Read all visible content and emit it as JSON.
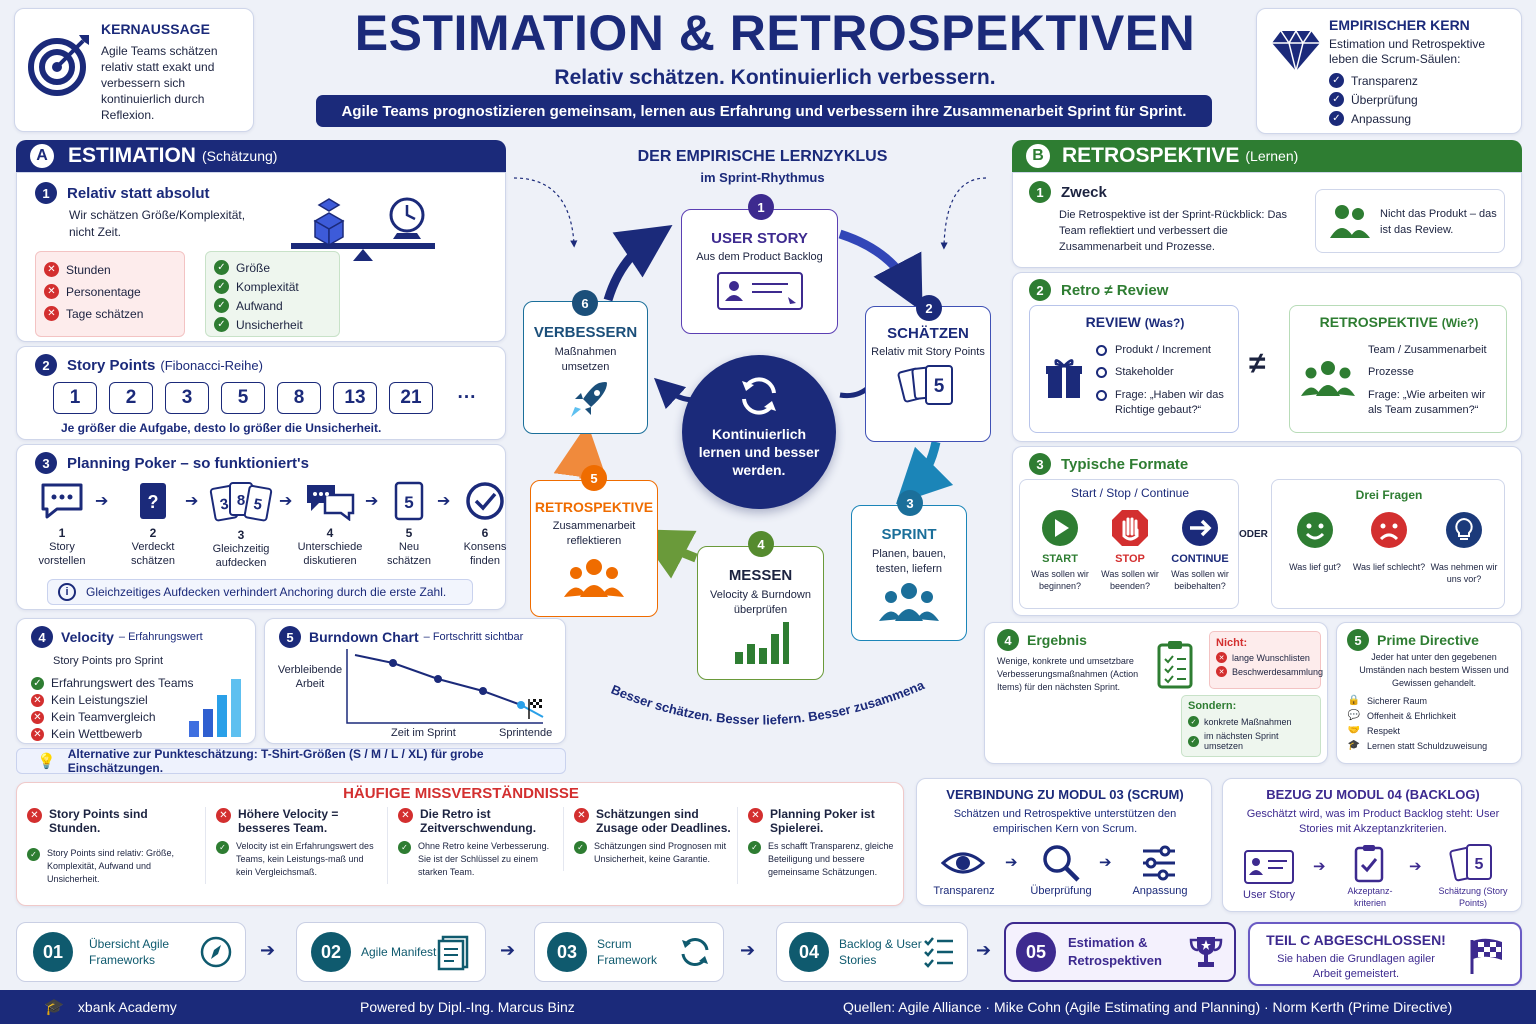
{
  "header": {
    "title": "ESTIMATION & RETROSPEKTIVEN",
    "subtitle": "Relativ schätzen. Kontinuierlich verbessern.",
    "banner": "Agile Teams prognostizieren gemeinsam, lernen aus Erfahrung und verbessern ihre Zusammenarbeit Sprint für Sprint."
  },
  "kern": {
    "title": "KERNAUSSAGE",
    "text": "Agile Teams schätzen relativ statt exakt und verbessern sich kontinuierlich durch Reflexion."
  },
  "empir": {
    "title": "EMPIRISCHER KERN",
    "text": "Estimation und Retrospektive leben die Scrum-Säulen:",
    "items": [
      "Transparenz",
      "Überprüfung",
      "Anpassung"
    ]
  },
  "estimation": {
    "letter": "A",
    "title": "ESTIMATION",
    "title_sub": "(Schätzung)",
    "s1": {
      "n": "1",
      "title": "Relativ statt absolut",
      "text": "Wir schätzen Größe/Komplexität, nicht Zeit.",
      "bad": [
        "Stunden",
        "Personentage",
        "Tage schätzen"
      ],
      "good": [
        "Größe",
        "Komplexität",
        "Aufwand",
        "Unsicherheit"
      ]
    },
    "s2": {
      "n": "2",
      "title": "Story Points",
      "title_sub": "(Fibonacci-Reihe)",
      "points": [
        "1",
        "2",
        "3",
        "5",
        "8",
        "13",
        "21",
        "···"
      ],
      "note": "Je größer die Aufgabe, desto lo größer die Unsicherheit."
    },
    "s3": {
      "n": "3",
      "title": "Planning Poker – so funktioniert's",
      "steps": [
        {
          "n": "1",
          "label": "Story vorstellen"
        },
        {
          "n": "2",
          "label": "Verdeckt schätzen"
        },
        {
          "n": "3",
          "label": "Gleichzeitig aufdecken"
        },
        {
          "n": "4",
          "label": "Unterschiede diskutieren"
        },
        {
          "n": "5",
          "label": "Neu schätzen"
        },
        {
          "n": "6",
          "label": "Konsens finden"
        }
      ],
      "card_values": [
        "3",
        "8",
        "5"
      ],
      "hidden_card": "?",
      "new_card": "5",
      "note": "Gleichzeitiges Aufdecken verhindert Anchoring durch die erste Zahl."
    },
    "s4": {
      "n": "4",
      "title": "Velocity",
      "title_sub": "– Erfahrungswert",
      "text": "Story Points pro Sprint",
      "good": "Erfahrungswert des Teams",
      "bad": [
        "Kein Leistungsziel",
        "Kein Teamvergleich",
        "Kein Wettbewerb"
      ]
    },
    "s5": {
      "n": "5",
      "title": "Burndown Chart",
      "title_sub": "– Fortschritt sichtbar",
      "ylabel": "Verbleibende Arbeit",
      "xlabel": "Zeit im Sprint",
      "end": "Sprintende"
    },
    "alt": "Alternative zur Punkteschätzung: T-Shirt-Größen (S / M / L / XL) für grobe Einschätzungen."
  },
  "cycle": {
    "title": "DER EMPIRISCHE LERNZYKLUS",
    "sub": "im Sprint-Rhythmus",
    "center": "Kontinuierlich lernen und besser werden.",
    "steps": [
      {
        "n": "1",
        "title": "USER STORY",
        "text": "Aus dem Product Backlog"
      },
      {
        "n": "2",
        "title": "SCHÄTZEN",
        "text": "Relativ mit Story Points",
        "card": "5"
      },
      {
        "n": "3",
        "title": "SPRINT",
        "text": "Planen, bauen, testen, liefern"
      },
      {
        "n": "4",
        "title": "MESSEN",
        "text": "Velocity & Burndown überprüfen"
      },
      {
        "n": "5",
        "title": "RETROSPEKTIVE",
        "text": "Zusammenarbeit reflektieren"
      },
      {
        "n": "6",
        "title": "VERBESSERN",
        "text": "Maßnahmen umsetzen"
      }
    ],
    "slogan": "Besser schätzen. Besser liefern. Besser zusammenarbeiten."
  },
  "retro": {
    "letter": "B",
    "title": "RETROSPEKTIVE",
    "title_sub": "(Lernen)",
    "s1": {
      "n": "1",
      "title": "Zweck",
      "text": "Die Retrospektive ist der Sprint-Rückblick: Das Team reflektiert und verbessert die Zusammenarbeit und Prozesse.",
      "side": "Nicht das Produkt – das ist das Review."
    },
    "s2": {
      "n": "2",
      "title": "Retro ≠ Review",
      "review": {
        "title": "REVIEW",
        "sub": "(Was?)",
        "items": [
          "Produkt / Increment",
          "Stakeholder",
          "Frage: „Haben wir das Richtige gebaut?“"
        ]
      },
      "neq": "≠",
      "retro": {
        "title": "RETROSPEKTIVE",
        "sub": "(Wie?)",
        "items": [
          "Team / Zusammenarbeit",
          "Prozesse",
          "Frage: „Wie arbeiten wir als Team zusammen?“"
        ]
      }
    },
    "s3": {
      "n": "3",
      "title": "Typische Formate",
      "ssc": "Start / Stop / Continue",
      "or": "ODER",
      "drei": "Drei Fragen",
      "ssc_items": [
        {
          "label": "START",
          "q": "Was sollen wir beginnen?"
        },
        {
          "label": "STOP",
          "q": "Was sollen wir beenden?"
        },
        {
          "label": "CONTINUE",
          "q": "Was sollen wir beibehalten?"
        }
      ],
      "q_items": [
        "Was lief gut?",
        "Was lief schlecht?",
        "Was nehmen wir uns vor?"
      ]
    },
    "s4": {
      "n": "4",
      "title": "Ergebnis",
      "text": "Wenige, konkrete und umsetzbare Verbesserungsmaßnahmen (Action Items) für den nächsten Sprint.",
      "nicht": "Nicht:",
      "nicht_items": [
        "lange Wunschlisten",
        "Beschwerdesammlung"
      ],
      "sondern": "Sondern:",
      "sondern_items": [
        "konkrete Maßnahmen",
        "im nächsten Sprint umsetzen"
      ]
    },
    "s5": {
      "n": "5",
      "title": "Prime Directive",
      "text": "Jeder hat unter den gegebenen Umständen nach bestem Wissen und Gewissen gehandelt.",
      "items": [
        "Sicherer Raum",
        "Offenheit & Ehrlichkeit",
        "Respekt",
        "Lernen statt Schuldzuweisung"
      ]
    }
  },
  "miss": {
    "title": "HÄUFIGE MISSVERSTÄNDNISSE",
    "items": [
      {
        "wrong": "Story Points sind Stunden.",
        "right": "Story Points sind relativ: Größe, Komplexität, Aufwand und Unsicherheit."
      },
      {
        "wrong": "Höhere Velocity = besseres Team.",
        "right": "Velocity ist ein Erfahrungswert des Teams, kein Leistungs-maß und kein Vergleichsmaß."
      },
      {
        "wrong": "Die Retro ist Zeitverschwendung.",
        "right": "Ohne Retro keine Verbesserung. Sie ist der Schlüssel zu einem starken Team."
      },
      {
        "wrong": "Schätzungen sind Zusage oder Deadlines.",
        "right": "Schätzungen sind Prognosen mit Unsicherheit, keine Garantie."
      },
      {
        "wrong": "Planning Poker ist Spielerei.",
        "right": "Es schafft Transparenz, gleiche Beteiligung und bessere gemeinsame Schätzungen."
      }
    ]
  },
  "m03": {
    "title": "VERBINDUNG ZU MODUL 03 (SCRUM)",
    "text": "Schätzen und Retrospektive unterstützen den empirischen Kern von Scrum.",
    "items": [
      "Transparenz",
      "Überprüfung",
      "Anpassung"
    ]
  },
  "m04": {
    "title": "BEZUG ZU MODUL 04 (BACKLOG)",
    "text": "Geschätzt wird, was im Product Backlog steht: User Stories mit Akzeptanzkriterien.",
    "items": [
      "User Story",
      "Akzeptanz-kriterien",
      "Schätzung (Story Points)"
    ]
  },
  "modules": [
    {
      "n": "01",
      "label": "Übersicht Agile Frameworks"
    },
    {
      "n": "02",
      "label": "Agile Manifest"
    },
    {
      "n": "03",
      "label": "Scrum Framework"
    },
    {
      "n": "04",
      "label": "Backlog & User Stories"
    },
    {
      "n": "05",
      "label": "Estimation & Retrospektiven"
    }
  ],
  "done": {
    "title": "TEIL C ABGESCHLOSSEN!",
    "text": "Sie haben die Grundlagen agiler Arbeit gemeistert."
  },
  "footer": {
    "brand": "xbank Academy",
    "powered": "Powered by Dipl.-Ing. Marcus Binz",
    "sources": "Quellen: Agile Alliance · Mike Cohn (Agile Estimating and Planning) · Norm Kerth (Prime Directive)"
  },
  "colors": {
    "navy": "#1b2a7a",
    "green": "#2e7d32",
    "red": "#d32f2f",
    "orange": "#ef6c00",
    "purple": "#3d2a8f"
  }
}
